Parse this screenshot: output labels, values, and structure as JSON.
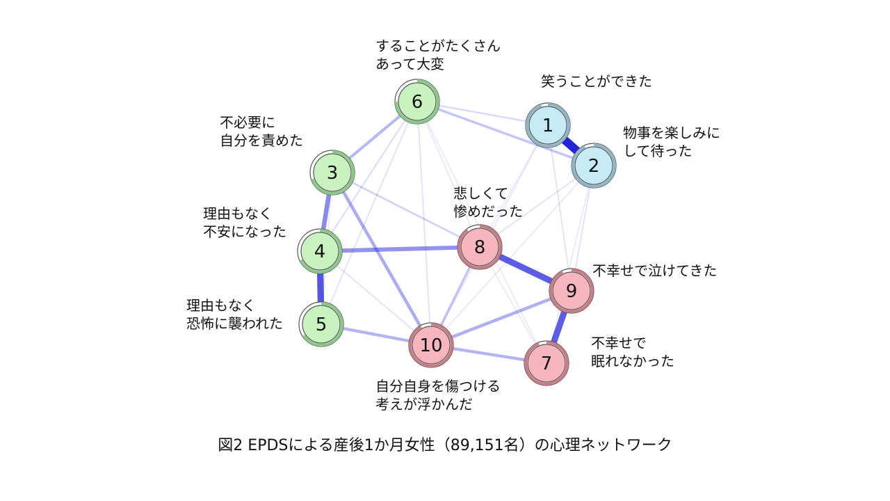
{
  "caption": "図2 EPDSによる産後1か月女性（89,151名）の心理ネットワーク",
  "colors": {
    "group_positive": "#c6ebf7",
    "group_positive_ring": "#8fb5c6",
    "group_anxiety": "#c9f2c0",
    "group_anxiety_ring": "#8cc78a",
    "group_depression": "#f7b5bf",
    "group_depression_ring": "#c77c86",
    "edge": "#1a1adb"
  },
  "nodes": [
    {
      "id": 1,
      "label": "1",
      "group": "positive",
      "pie": 0.95,
      "desc": [
        "笑うことができた"
      ]
    },
    {
      "id": 2,
      "label": "2",
      "group": "positive",
      "pie": 0.93,
      "desc": [
        "物事を楽しみに",
        "して待った"
      ]
    },
    {
      "id": 3,
      "label": "3",
      "group": "anxiety",
      "pie": 0.7,
      "desc": [
        "不必要に",
        "自分を責めた"
      ]
    },
    {
      "id": 4,
      "label": "4",
      "group": "anxiety",
      "pie": 0.68,
      "desc": [
        "理由もなく",
        "不安になった"
      ]
    },
    {
      "id": 5,
      "label": "5",
      "group": "anxiety",
      "pie": 0.66,
      "desc": [
        "理由もなく",
        "恐怖に襲われた"
      ]
    },
    {
      "id": 6,
      "label": "6",
      "group": "anxiety",
      "pie": 0.75,
      "desc": [
        "することがたくさん",
        "あって大変"
      ]
    },
    {
      "id": 7,
      "label": "7",
      "group": "depression",
      "pie": 0.94,
      "desc": [
        "不幸せで",
        "眠れなかった"
      ]
    },
    {
      "id": 8,
      "label": "8",
      "group": "depression",
      "pie": 0.9,
      "desc": [
        "悲しくて",
        "惨めだった"
      ]
    },
    {
      "id": 9,
      "label": "9",
      "group": "depression",
      "pie": 0.93,
      "desc": [
        "不幸せで泣けてきた"
      ]
    },
    {
      "id": 10,
      "label": "10",
      "group": "depression",
      "pie": 0.92,
      "desc": [
        "自分自身を傷つける",
        "考えが浮かんだ"
      ]
    }
  ],
  "edges": [
    {
      "from": 1,
      "to": 2,
      "weight": 1.0
    },
    {
      "from": 4,
      "to": 5,
      "weight": 0.75
    },
    {
      "from": 8,
      "to": 9,
      "weight": 0.72
    },
    {
      "from": 9,
      "to": 7,
      "weight": 0.72
    },
    {
      "from": 3,
      "to": 4,
      "weight": 0.5
    },
    {
      "from": 4,
      "to": 8,
      "weight": 0.45
    },
    {
      "from": 9,
      "to": 10,
      "weight": 0.32
    },
    {
      "from": 5,
      "to": 10,
      "weight": 0.3
    },
    {
      "from": 10,
      "to": 7,
      "weight": 0.3
    },
    {
      "from": 3,
      "to": 10,
      "weight": 0.33
    },
    {
      "from": 3,
      "to": 6,
      "weight": 0.28
    },
    {
      "from": 6,
      "to": 2,
      "weight": 0.22
    },
    {
      "from": 8,
      "to": 10,
      "weight": 0.22
    },
    {
      "from": 3,
      "to": 8,
      "weight": 0.15
    },
    {
      "from": 6,
      "to": 1,
      "weight": 0.12
    },
    {
      "from": 6,
      "to": 4,
      "weight": 0.1
    },
    {
      "from": 6,
      "to": 5,
      "weight": 0.08
    },
    {
      "from": 6,
      "to": 10,
      "weight": 0.08
    },
    {
      "from": 6,
      "to": 8,
      "weight": 0.06
    },
    {
      "from": 2,
      "to": 9,
      "weight": 0.08
    },
    {
      "from": 1,
      "to": 9,
      "weight": 0.08
    },
    {
      "from": 1,
      "to": 10,
      "weight": 0.06
    },
    {
      "from": 2,
      "to": 8,
      "weight": 0.08
    },
    {
      "from": 1,
      "to": 8,
      "weight": 0.05
    },
    {
      "from": 4,
      "to": 10,
      "weight": 0.08
    },
    {
      "from": 5,
      "to": 3,
      "weight": 0.06
    },
    {
      "from": 8,
      "to": 7,
      "weight": 0.06
    },
    {
      "from": 6,
      "to": 7,
      "weight": 0.05
    },
    {
      "from": 2,
      "to": 10,
      "weight": 0.05
    },
    {
      "from": 2,
      "to": 7,
      "weight": 0.05
    }
  ]
}
